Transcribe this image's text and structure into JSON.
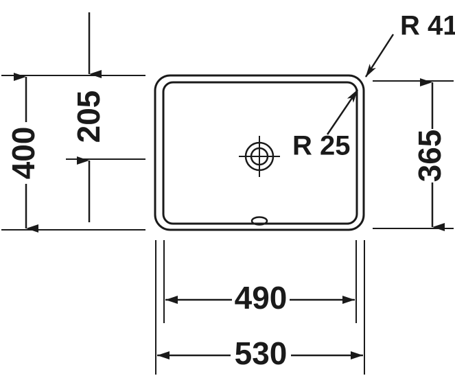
{
  "drawing": {
    "type": "technical-dimension-drawing",
    "subject": "rectangular undermount washbasin top view",
    "units": "mm",
    "line_color": "#1a1a1a",
    "background_color": "#ffffff"
  },
  "dimensions": {
    "height_overall": {
      "label": "400",
      "orientation": "vertical",
      "position": "left-outer",
      "arrow_style": "both-ends-inside"
    },
    "height_to_drain": {
      "label": "205",
      "orientation": "vertical",
      "position": "left-inner",
      "arrow_style": "both-ends-outside"
    },
    "height_inner": {
      "label": "365",
      "orientation": "vertical",
      "position": "right",
      "arrow_style": "both-ends-inside"
    },
    "width_inner": {
      "label": "490",
      "orientation": "horizontal",
      "position": "bottom-upper",
      "arrow_style": "both-ends-inside"
    },
    "width_overall": {
      "label": "530",
      "orientation": "horizontal",
      "position": "bottom-lower",
      "arrow_style": "both-ends-inside"
    }
  },
  "radii": {
    "outer_corner": {
      "label": "R 41",
      "position": "top-right-outside",
      "points_to": "outer rim top-right corner"
    },
    "inner_corner": {
      "label": "R 25",
      "position": "center-right-inside",
      "points_to": "inner bowl top-right corner"
    }
  },
  "features": {
    "drain": {
      "name": "drain-crosshair-symbol",
      "description": "concentric circles with crosshair"
    },
    "overflow": {
      "name": "overflow-oval",
      "description": "small oval slot near bottom edge"
    }
  }
}
